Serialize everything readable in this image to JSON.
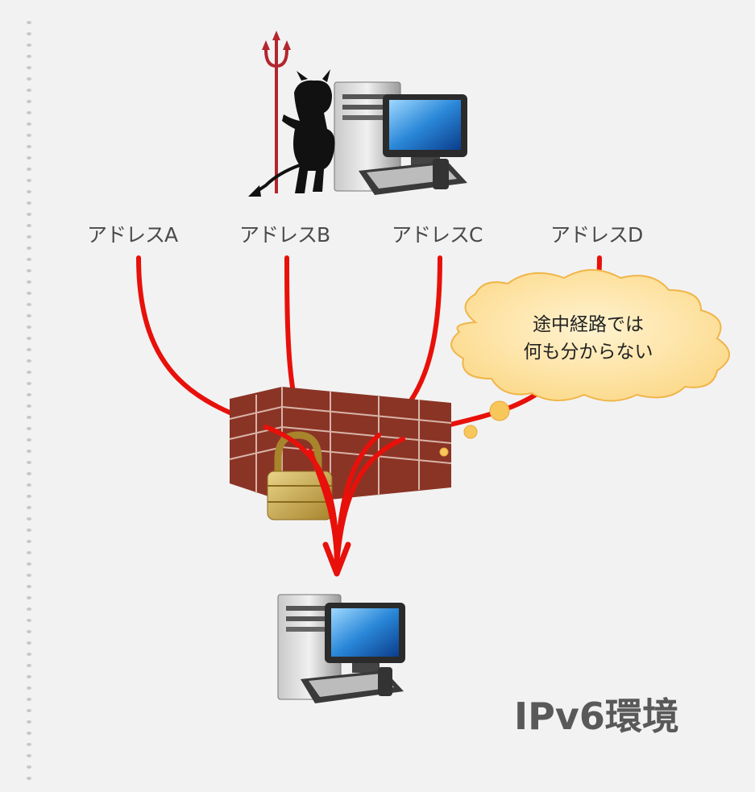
{
  "addresses": {
    "a": "アドレスA",
    "b": "アドレスB",
    "c": "アドレスC",
    "d": "アドレスD"
  },
  "callout": {
    "line1": "途中経路では",
    "line2": "何も分からない"
  },
  "environment_label": "IPv6環境",
  "icons": {
    "attacker": "devil-with-trident-icon",
    "attacker_computer": "desktop-computer-icon",
    "firewall": "brick-firewall-with-padlock-icon",
    "target_computer": "desktop-computer-icon"
  },
  "colors": {
    "arrow": "#e8100a",
    "cloud_fill": "#fde4a6",
    "cloud_stroke": "#f0b548",
    "brick": "#9a3b2c",
    "padlock": "#c9a54a",
    "trident": "#b3262e"
  }
}
